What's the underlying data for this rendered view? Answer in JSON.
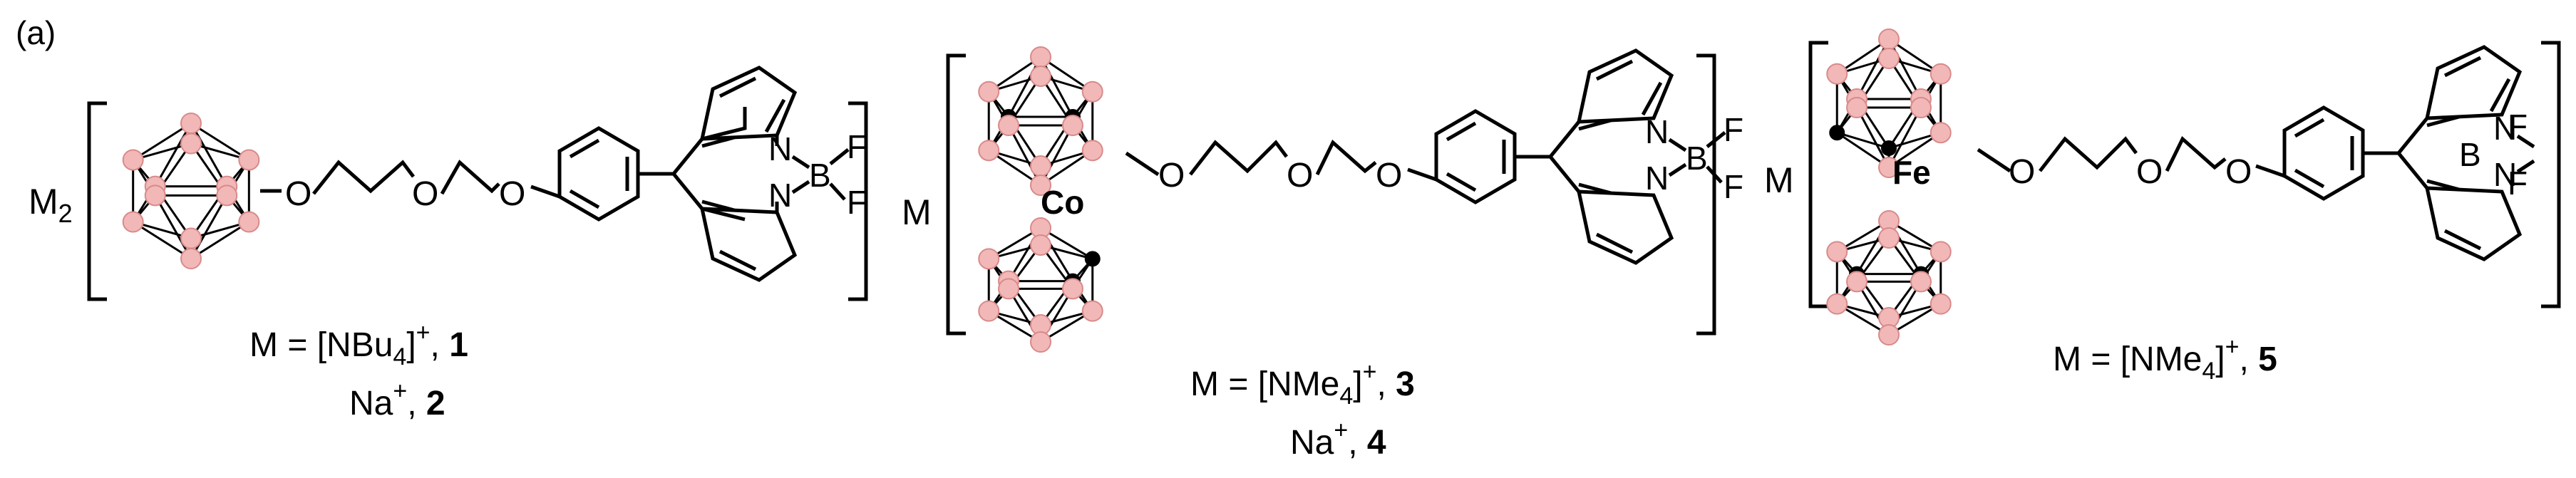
{
  "panel_label": "(a)",
  "colors": {
    "cage_atom": "#f2b8b8",
    "cage_atom_edge": "#d98a8a",
    "carbon_atom": "#000000",
    "cobalt_label": "#f08c00",
    "iron_label": "#e8202a",
    "bond": "#000000"
  },
  "compound_1": {
    "counterion_prefix": "M",
    "counterion_sub": "2",
    "atoms": {
      "O": "O",
      "N": "N",
      "B": "B",
      "F": "F"
    },
    "caption_line1_prefix": "M = [NBu",
    "caption_line1_sub": "4",
    "caption_line1_sup": "+",
    "caption_line1_id": "1",
    "caption_line2_prefix": "Na",
    "caption_line2_sup": "+",
    "caption_line2_id": "2"
  },
  "compound_3": {
    "counterion_prefix": "M",
    "metal": "Co",
    "atoms": {
      "O": "O",
      "N": "N",
      "B": "B",
      "F": "F"
    },
    "caption_line1_prefix": "M = [NMe",
    "caption_line1_sub": "4",
    "caption_line1_sup": "+",
    "caption_line1_id": "3",
    "caption_line2_prefix": "Na",
    "caption_line2_sup": "+",
    "caption_line2_id": "4"
  },
  "compound_5": {
    "counterion_prefix": "M",
    "metal": "Fe",
    "atoms": {
      "O": "O",
      "N": "N",
      "B": "B",
      "F": "F"
    },
    "caption_line1_prefix": "M = [NMe",
    "caption_line1_sub": "4",
    "caption_line1_sup": "+",
    "caption_line1_id": "5"
  }
}
